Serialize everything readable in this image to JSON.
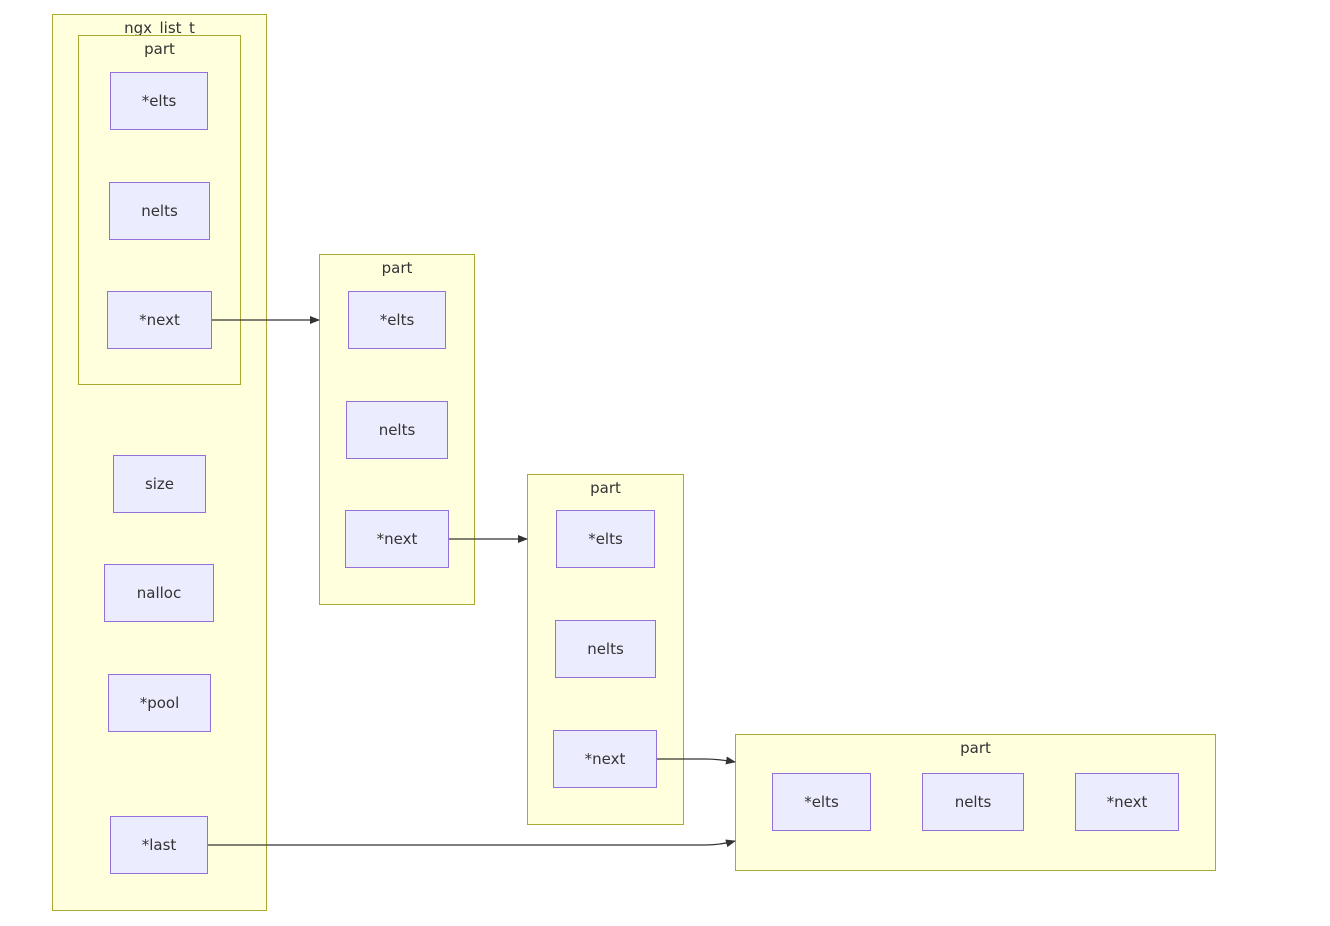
{
  "diagram": {
    "outer": {
      "title": "ngx_list_t"
    },
    "part0": {
      "title": "part",
      "elts": "*elts",
      "nelts": "nelts",
      "next": "*next"
    },
    "size": "size",
    "nalloc": "nalloc",
    "pool": "*pool",
    "last": "*last",
    "part1": {
      "title": "part",
      "elts": "*elts",
      "nelts": "nelts",
      "next": "*next"
    },
    "part2": {
      "title": "part",
      "elts": "*elts",
      "nelts": "nelts",
      "next": "*next"
    },
    "part3": {
      "title": "part",
      "elts": "*elts",
      "nelts": "nelts",
      "next": "*next"
    },
    "colors": {
      "cluster_fill": "#ffffde",
      "cluster_border": "#aaaa33",
      "node_fill": "#ececff",
      "node_border": "#9370db",
      "edge": "#333333"
    }
  }
}
